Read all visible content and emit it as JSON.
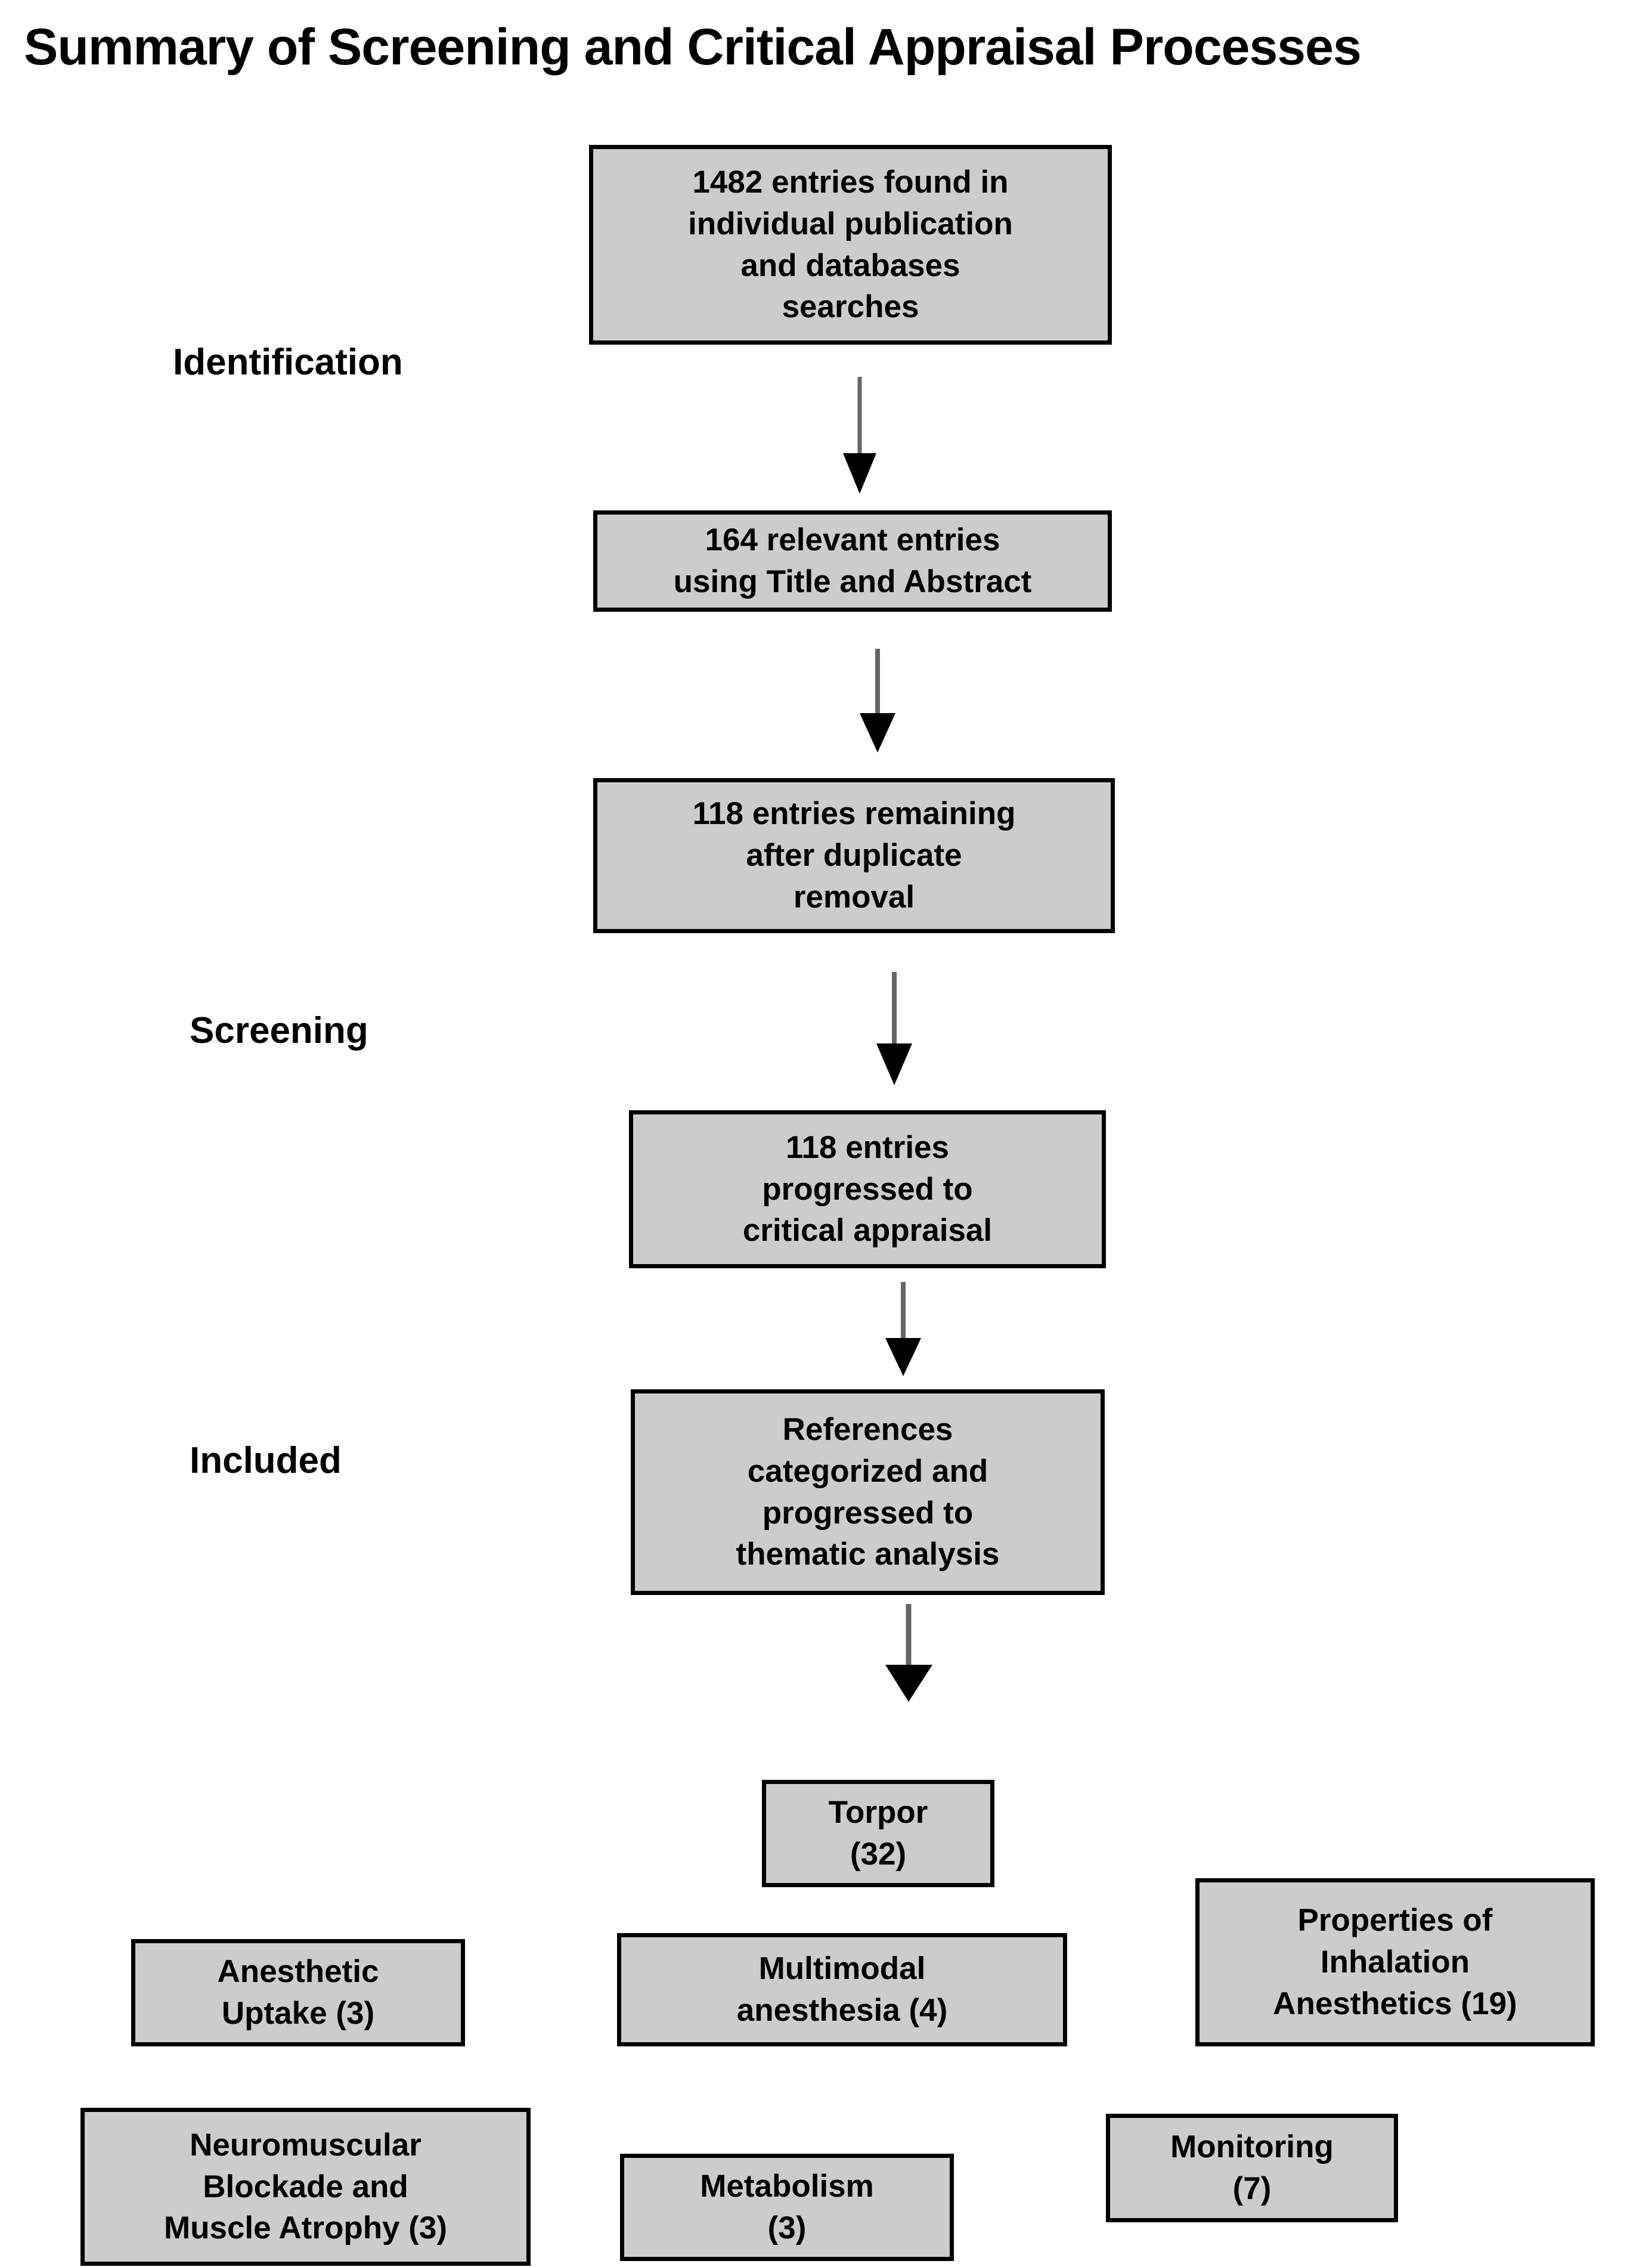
{
  "title": "Summary of Screening and Critical Appraisal Processes",
  "stages": [
    {
      "key": "identification",
      "label": "Identification"
    },
    {
      "key": "screening",
      "label": "Screening"
    },
    {
      "key": "included",
      "label": "Included"
    }
  ],
  "flow_boxes": [
    {
      "key": "entries-found",
      "text": "1482 entries found in\nindividual publication\nand databases\nsearches"
    },
    {
      "key": "relevant-entries",
      "text": "164 relevant entries\nusing Title and Abstract"
    },
    {
      "key": "entries-remaining",
      "text": "118 entries remaining\nafter duplicate\nremoval"
    },
    {
      "key": "entries-progressed",
      "text": "118 entries\nprogressed to\ncritical appraisal"
    },
    {
      "key": "references-categorized",
      "text": "References\ncategorized and\nprogressed to\nthematic analysis"
    }
  ],
  "category_boxes": [
    {
      "key": "torpor",
      "text": "Torpor\n(32)"
    },
    {
      "key": "anesthetic-uptake",
      "text": "Anesthetic\nUptake (3)"
    },
    {
      "key": "multimodal-anesthesia",
      "text": "Multimodal\nanesthesia (4)"
    },
    {
      "key": "inhalation-anesthetics",
      "text": "Properties of\nInhalation\nAnesthetics (19)"
    },
    {
      "key": "neuromuscular-blockade",
      "text": "Neuromuscular\nBlockade and\nMuscle Atrophy (3)"
    },
    {
      "key": "metabolism",
      "text": "Metabolism\n(3)"
    },
    {
      "key": "monitoring",
      "text": "Monitoring\n(7)"
    }
  ],
  "arrows": [
    {
      "key": "arrow-1"
    },
    {
      "key": "arrow-2"
    },
    {
      "key": "arrow-3"
    },
    {
      "key": "arrow-4"
    },
    {
      "key": "arrow-5"
    }
  ],
  "colors": {
    "box_fill": "#cccccc",
    "box_border": "#000000",
    "text": "#000000",
    "arrow_shaft": "#666666",
    "arrow_head": "#000000",
    "background": "#ffffff"
  }
}
